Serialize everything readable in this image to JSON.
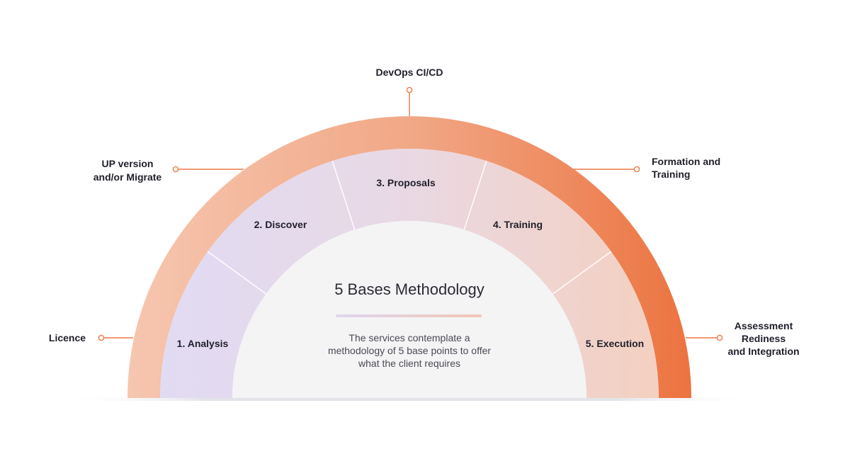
{
  "center": {
    "title": "5 Bases Methodology",
    "description": [
      "The services contemplate a",
      "methodology of 5 base points to offer",
      "what the client requires"
    ]
  },
  "segments": [
    {
      "label": "1. Analysis"
    },
    {
      "label": "2. Discover"
    },
    {
      "label": "3. Proposals"
    },
    {
      "label": "4. Training"
    },
    {
      "label": "5. Execution"
    }
  ],
  "outer_labels": [
    {
      "lines": [
        "Licence"
      ]
    },
    {
      "lines": [
        "UP version",
        "and/or Migrate"
      ]
    },
    {
      "lines": [
        "DevOps CI/CD"
      ]
    },
    {
      "lines": [
        "Formation and",
        "Training"
      ]
    },
    {
      "lines": [
        "Assessment",
        "Rediness",
        "and Integration"
      ]
    }
  ],
  "colors": {
    "accent": "#ec7a45",
    "outer_ring_start": "#f6c4ad",
    "outer_ring_end": "#ec7340",
    "segment_lavender": "#e3dcf2",
    "segment_peach": "#f3d1c4",
    "center_fill": "#f4f4f5",
    "text": "#1f1f2b"
  }
}
